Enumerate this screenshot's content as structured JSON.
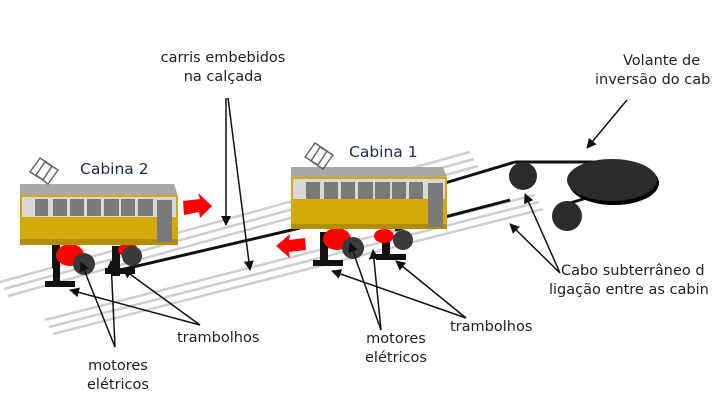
{
  "labels": {
    "carris": [
      "carris embebidos",
      "na calçada"
    ],
    "volante": [
      "Volante de",
      "inversão do cab"
    ],
    "cabina2": "Cabina 2",
    "cabina1": "Cabina 1",
    "cabo": [
      "Cabo subterrâneo d",
      "ligação entre as cabin"
    ],
    "trambolhos_left": "trambolhos",
    "trambolhos_right": "trambolhos",
    "motores_left": [
      "motores",
      "elétricos"
    ],
    "motores_right": [
      "motores",
      "elétricos"
    ]
  },
  "colors": {
    "yellow": "#d4a90a",
    "yellow_dark": "#b48d06",
    "roof": "#a9a9a9",
    "window": "#7a7a7a",
    "rail": "#cfcfcf",
    "red": "#ff0000",
    "black": "#111111",
    "wheel": "#333333"
  }
}
